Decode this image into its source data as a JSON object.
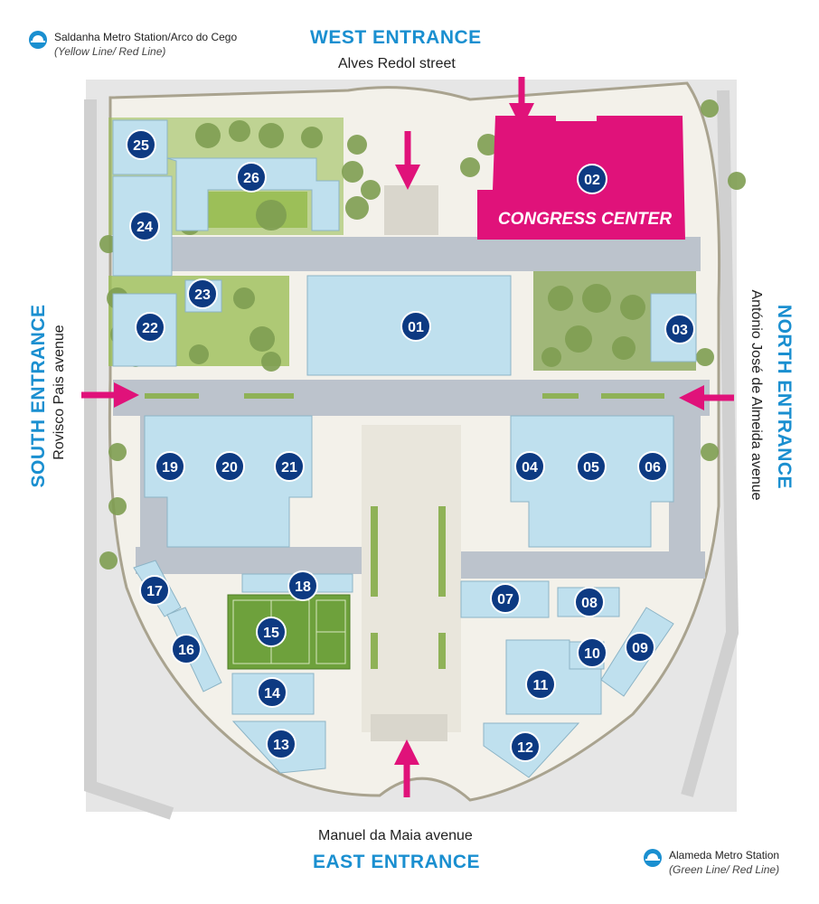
{
  "metro_top": {
    "name": "Saldanha Metro Station/Arco do Cego",
    "lines": "(Yellow Line/ Red Line)",
    "icon": "metro-icon"
  },
  "metro_bottom": {
    "name": "Alameda Metro Station",
    "lines": "(Green Line/ Red Line)",
    "icon": "metro-icon"
  },
  "entrances": {
    "west": {
      "title": "WEST ENTRANCE",
      "street": "Alves Redol street"
    },
    "east": {
      "title": "EAST ENTRANCE",
      "street": "Manuel da Maia avenue"
    },
    "south": {
      "title": "SOUTH ENTRANCE",
      "street": "Rovisco Pais avenue"
    },
    "north": {
      "title": "NORTH ENTRANCE",
      "street": "António José de Almeida avenue"
    }
  },
  "congress": {
    "label": "CONGRESS CENTER",
    "number": "02"
  },
  "buildings": [
    "01",
    "03",
    "04",
    "05",
    "06",
    "07",
    "08",
    "09",
    "10",
    "11",
    "12",
    "13",
    "14",
    "15",
    "16",
    "17",
    "18",
    "19",
    "20",
    "21",
    "22",
    "23",
    "24",
    "25",
    "26"
  ],
  "colors": {
    "accent": "#1a8fd0",
    "congress": "#e0127a",
    "marker": "#0d3a82",
    "building": "#bfe0ee",
    "road": "#bcc3cc",
    "grass": "#9cbf58"
  }
}
